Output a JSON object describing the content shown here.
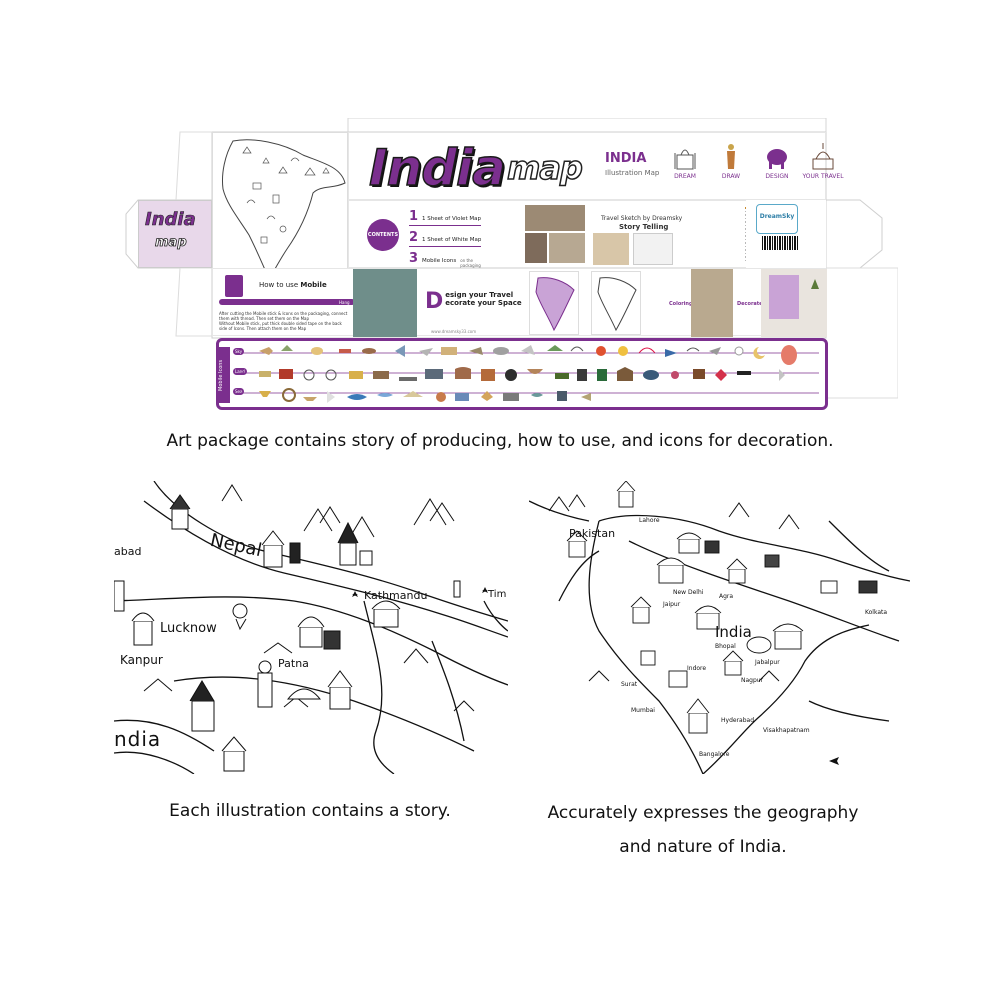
{
  "package": {
    "title_main": "India",
    "title_sub": "map",
    "country": "INDIA",
    "title_caption": "Illustration Map",
    "dream_items": [
      "DREAM",
      "DRAW",
      "DESIGN",
      "YOUR TRAVEL"
    ],
    "side_logo_main": "India",
    "side_logo_sub": "map",
    "contents_badge": "CONTENTS",
    "contents": [
      {
        "num": "1",
        "text": "1 Sheet of Violet Map",
        "sub": ""
      },
      {
        "num": "2",
        "text": "1 Sheet of White Map",
        "sub": ""
      },
      {
        "num": "3",
        "text": "Mobile Icons",
        "sub": "on the packaging"
      }
    ],
    "story_title": "Travel Sketch by Dreamsky",
    "story_sub": "Story Telling",
    "brand": "DreamSky",
    "howto_title_prefix": "How to use ",
    "howto_title_bold": "Mobile",
    "howto_hang": "Hang",
    "howto_steps": [
      "After cutting the Mobile stick & Icons on the packaging, connect them with thread. Then set them on the Map",
      "Without Mobile stick, put thick double sided tape on the back side of Icons. Then attach them on the Map"
    ],
    "design_letter": "D",
    "design_line1": "esign your Travel",
    "design_line2": "ecorate your Space",
    "design_url": "www.dreamsky33.com",
    "coloring_label": "Coloring",
    "decorate_label": "Decorate",
    "icons_tab": "Mobile Icons",
    "icon_row_labels": [
      "Sky",
      "Land",
      "Sea"
    ]
  },
  "captions": {
    "main": "Art package contains story of producing, how to use, and icons for decoration.",
    "left": "Each illustration contains a story.",
    "right_line1": "Accurately expresses the geography",
    "right_line2": "and nature of India."
  },
  "left_map_labels": {
    "nepal": "Nepal",
    "kathmandu": "Kathmandu",
    "lucknow": "Lucknow",
    "kanpur": "Kanpur",
    "patna": "Patna",
    "india": "ndia",
    "abad": "abad",
    "timphu": "Tim"
  },
  "right_map_labels": {
    "pakistan": "Pakistan",
    "india": "India",
    "new_delhi": "New Delhi",
    "agra": "Agra",
    "jaipur": "Jaipur",
    "indore": "Indore",
    "nagpur": "Nagpur",
    "mumbai": "Mumbai",
    "hyderabad": "Hyderabad",
    "bangalore": "Bangalore",
    "kolkata": "Kolkata",
    "visakhapatnam": "Visakhapatnam",
    "bhopal": "Bhopal",
    "lahore": "Lahore",
    "jabalpur": "Jabalpur",
    "surat": "Surat"
  },
  "colors": {
    "brand_violet": "#7b2f8e",
    "side_panel": "#e8d8ea",
    "ink": "#111111"
  }
}
